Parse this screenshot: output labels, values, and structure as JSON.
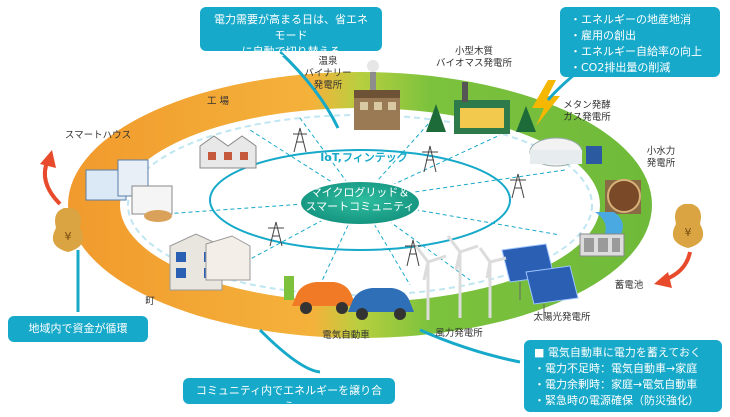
{
  "callouts": {
    "top_center": {
      "lines": [
        "電力需要が高まる日は、省エネモード",
        "に自動で切り替える"
      ]
    },
    "top_right": {
      "items": [
        "・エネルギーの地産地消",
        "・雇用の創出",
        "・エネルギー自給率の向上",
        "・CO2排出量の削減"
      ]
    },
    "bottom_left": {
      "text": "地域内で資金が循環"
    },
    "bottom_center": {
      "text": "コミュニティ内でエネルギーを譲り合う"
    },
    "bottom_right": {
      "title": "■ 電気自動車に電力を蓄えておく",
      "items": [
        "・電力不足時：電気自動車→家庭",
        "・電力余剰時：家庭→電気自動車",
        "・緊急時の電源確保（防災強化）"
      ]
    }
  },
  "ring_labels": {
    "onsen": [
      "温泉",
      "バイナリー",
      "発電所"
    ],
    "biomass": [
      "小型木質",
      "バイオマス発電所"
    ],
    "methane": [
      "メタン発酵",
      "ガス発電所"
    ],
    "hydro": [
      "小水力",
      "発電所"
    ],
    "battery": "蓄電池",
    "solar": "太陽光発電所",
    "wind": "風力発電所",
    "ev": "電気自動車",
    "town": "町",
    "smarthouse": "スマートハウス",
    "factory": "工 場"
  },
  "center": {
    "iot": "IoT,フィンテック",
    "title_lines": [
      "マイクログリッド＆",
      "スマートコミュニティ"
    ]
  },
  "colors": {
    "accent": "#17a9c9",
    "ring_orange": "#f0a030",
    "ring_green": "#7cc23d",
    "arrow_red": "#e84a2c"
  }
}
